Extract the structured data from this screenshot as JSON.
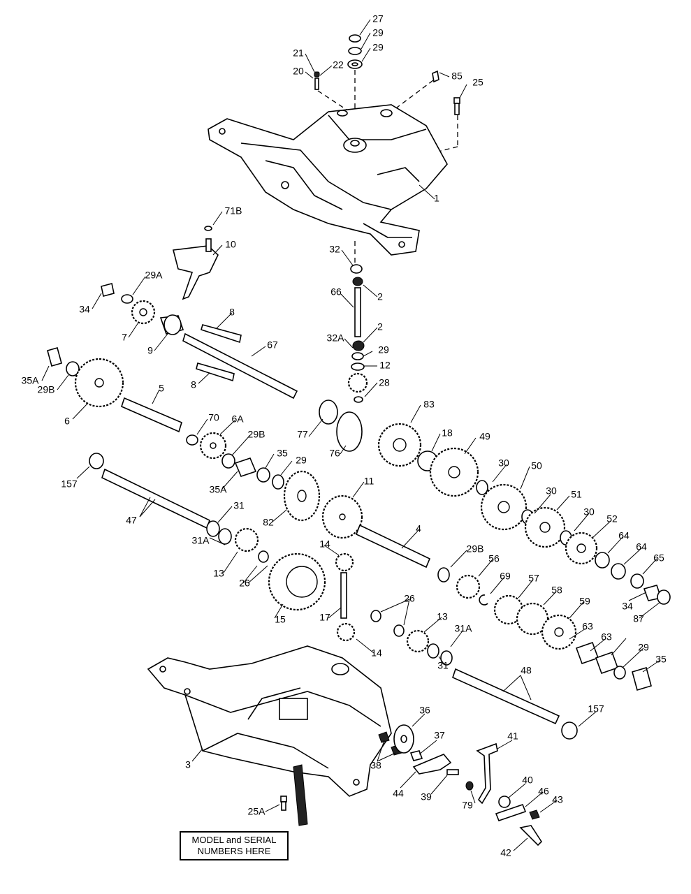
{
  "note": {
    "line1": "MODEL and SERIAL",
    "line2": "NUMBERS HERE"
  },
  "labels": {
    "l27": "27",
    "l29a": "29",
    "l29b": "29",
    "l21": "21",
    "l20": "20",
    "l22": "22",
    "l85": "85",
    "l25": "25",
    "l1": "1",
    "l71B": "71B",
    "l10": "10",
    "l32": "32",
    "l2a": "2",
    "l66": "66",
    "l2b": "2",
    "l29A": "29A",
    "l34a": "34",
    "l7": "7",
    "l9": "9",
    "l8a": "8",
    "l67": "67",
    "l8b": "8",
    "l32A": "32A",
    "l29c": "29",
    "l12": "12",
    "l28": "28",
    "l35Aa": "35A",
    "l29Ba": "29B",
    "l6": "6",
    "l5": "5",
    "l77": "77",
    "l76": "76",
    "l83": "83",
    "l18": "18",
    "l49": "49",
    "l70": "70",
    "l6A": "6A",
    "l29Bb": "29B",
    "l35a": "35",
    "l29d": "29",
    "l35Ab": "35A",
    "l157a": "157",
    "l47": "47",
    "l31": "31",
    "l82": "82",
    "l11": "11",
    "l30a": "30",
    "l50": "50",
    "l30b": "30",
    "l51": "51",
    "l30c": "30",
    "l52": "52",
    "l31Aa": "31A",
    "l13a": "13",
    "l26a": "26",
    "l14a": "14",
    "l4": "4",
    "l29Bc": "29B",
    "l56": "56",
    "l64a": "64",
    "l64b": "64",
    "l65": "65",
    "l69": "69",
    "l57": "57",
    "l58": "58",
    "l34b": "34",
    "l87": "87",
    "l15": "15",
    "l17": "17",
    "l26b": "26",
    "l13b": "13",
    "l31Ab": "31A",
    "l59": "59",
    "l63a": "63",
    "l63b": "63",
    "l14b": "14",
    "l31b": "31",
    "l29e": "29",
    "l35b": "35",
    "l48": "48",
    "l36": "36",
    "l157b": "157",
    "l37": "37",
    "l41": "41",
    "l38": "38",
    "l3": "3",
    "l44": "44",
    "l39": "39",
    "l40": "40",
    "l46": "46",
    "l43": "43",
    "l79": "79",
    "l25A": "25A",
    "l42": "42"
  }
}
